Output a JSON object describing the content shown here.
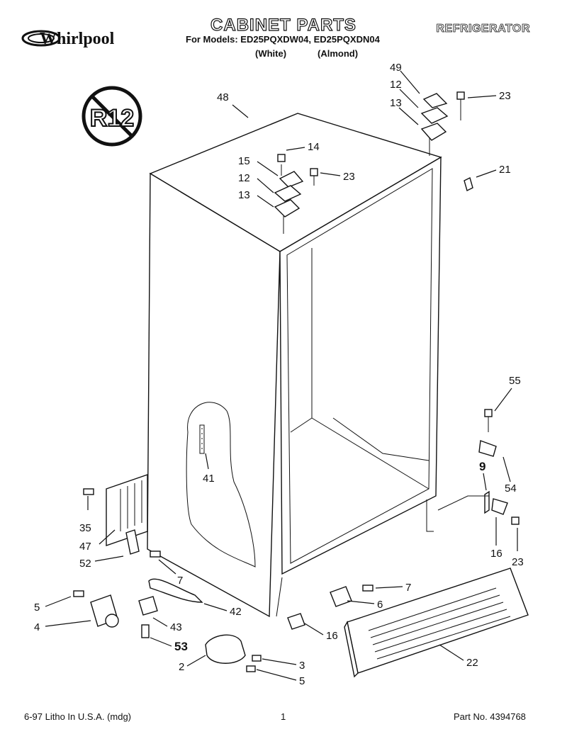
{
  "header": {
    "brand": "Whirlpool",
    "title": "CABINET PARTS",
    "models_line": "For Models: ED25PQXDW04, ED25PQXDN04",
    "color_white": "(White)",
    "color_almond": "(Almond)",
    "category": "REFRIGERATOR"
  },
  "badge": {
    "text": "R12",
    "icon": "no-r12-refrigerant-icon"
  },
  "callouts": [
    {
      "id": "48",
      "label": "48"
    },
    {
      "id": "49",
      "label": "49"
    },
    {
      "id": "12a",
      "label": "12"
    },
    {
      "id": "13a",
      "label": "13"
    },
    {
      "id": "23a",
      "label": "23"
    },
    {
      "id": "14",
      "label": "14"
    },
    {
      "id": "15",
      "label": "15"
    },
    {
      "id": "12b",
      "label": "12"
    },
    {
      "id": "23b",
      "label": "23"
    },
    {
      "id": "13b",
      "label": "13"
    },
    {
      "id": "21",
      "label": "21"
    },
    {
      "id": "55",
      "label": "55"
    },
    {
      "id": "41",
      "label": "41"
    },
    {
      "id": "9",
      "label": "9"
    },
    {
      "id": "54",
      "label": "54"
    },
    {
      "id": "35",
      "label": "35"
    },
    {
      "id": "47",
      "label": "47"
    },
    {
      "id": "52",
      "label": "52"
    },
    {
      "id": "7a",
      "label": "7"
    },
    {
      "id": "16a",
      "label": "16"
    },
    {
      "id": "23c",
      "label": "23"
    },
    {
      "id": "7b",
      "label": "7"
    },
    {
      "id": "6",
      "label": "6"
    },
    {
      "id": "5a",
      "label": "5"
    },
    {
      "id": "42",
      "label": "42"
    },
    {
      "id": "4",
      "label": "4"
    },
    {
      "id": "43",
      "label": "43"
    },
    {
      "id": "16b",
      "label": "16"
    },
    {
      "id": "53",
      "label": "53"
    },
    {
      "id": "22",
      "label": "22"
    },
    {
      "id": "3",
      "label": "3"
    },
    {
      "id": "2",
      "label": "2"
    },
    {
      "id": "5b",
      "label": "5"
    }
  ],
  "footer": {
    "print_info": "6-97 Litho In U.S.A. (mdg)",
    "page_number": "1",
    "part_number": "Part No. 4394768"
  }
}
